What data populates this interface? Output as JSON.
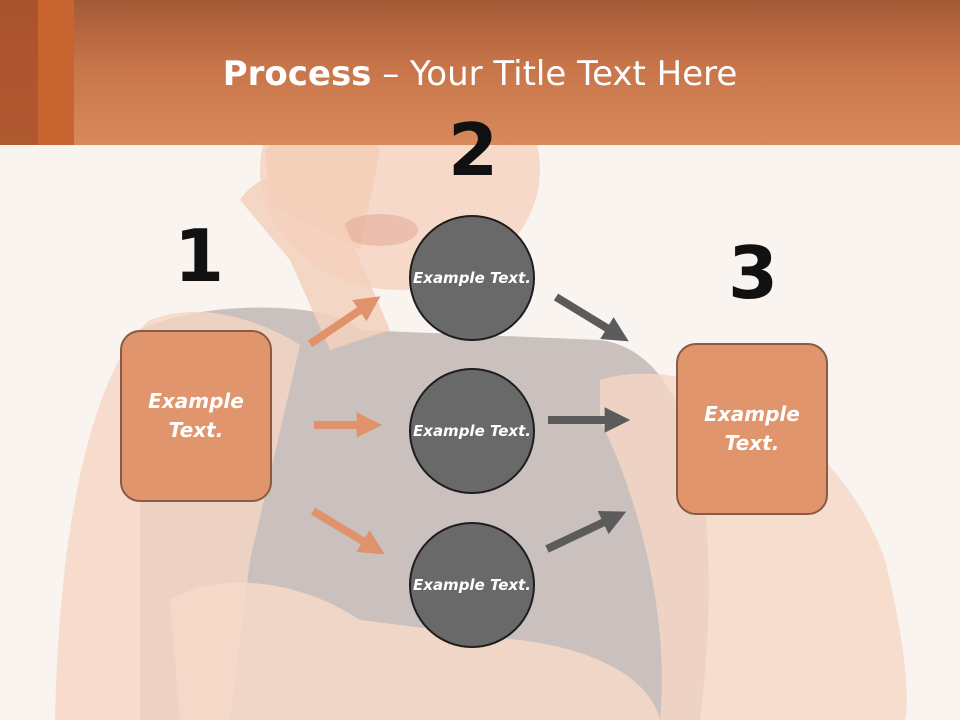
{
  "title": {
    "bold": "Process",
    "rest": " – Your Title Text Here"
  },
  "steps": {
    "n1": "1",
    "n2": "2",
    "n3": "3"
  },
  "left_box": "Example Text.",
  "right_box": "Example Text.",
  "circles": [
    "Example Text.",
    "Example Text.",
    "Example Text."
  ],
  "colors": {
    "header": "#d08153",
    "box_fill": "#e0956c",
    "circle_fill": "#696969",
    "arrow_orange": "#e0926a",
    "arrow_gray": "#5b5b5b"
  }
}
